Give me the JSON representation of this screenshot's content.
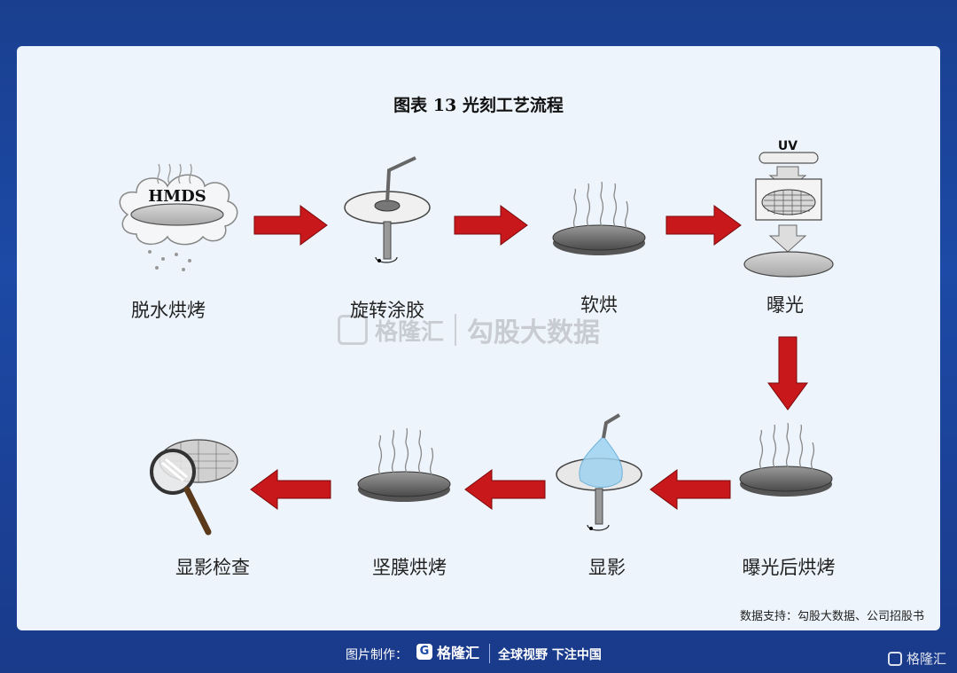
{
  "title": "图表 13  光刻工艺流程",
  "hmds_label": "HMDS",
  "uv_label": "UV",
  "steps": [
    {
      "label": "脱水烘烤",
      "icon": "dehydration-bake-icon"
    },
    {
      "label": "旋转涂胶",
      "icon": "spin-coat-icon"
    },
    {
      "label": "软烘",
      "icon": "soft-bake-icon"
    },
    {
      "label": "曝光",
      "icon": "exposure-icon"
    },
    {
      "label": "曝光后烘烤",
      "icon": "post-exposure-bake-icon"
    },
    {
      "label": "显影",
      "icon": "develop-icon"
    },
    {
      "label": "坚膜烘烤",
      "icon": "hard-bake-icon"
    },
    {
      "label": "显影检查",
      "icon": "inspection-icon"
    }
  ],
  "source": "数据支持：勾股大数据、公司招股书",
  "watermark": {
    "brand": "格隆汇",
    "text": "勾股大数据"
  },
  "footer": {
    "made_by": "图片制作：",
    "brand": "格隆汇",
    "slogan": "全球视野 下注中国"
  },
  "colors": {
    "arrow": "#c8181c",
    "background": "#1c4aa6",
    "card": "#eef4fb"
  }
}
